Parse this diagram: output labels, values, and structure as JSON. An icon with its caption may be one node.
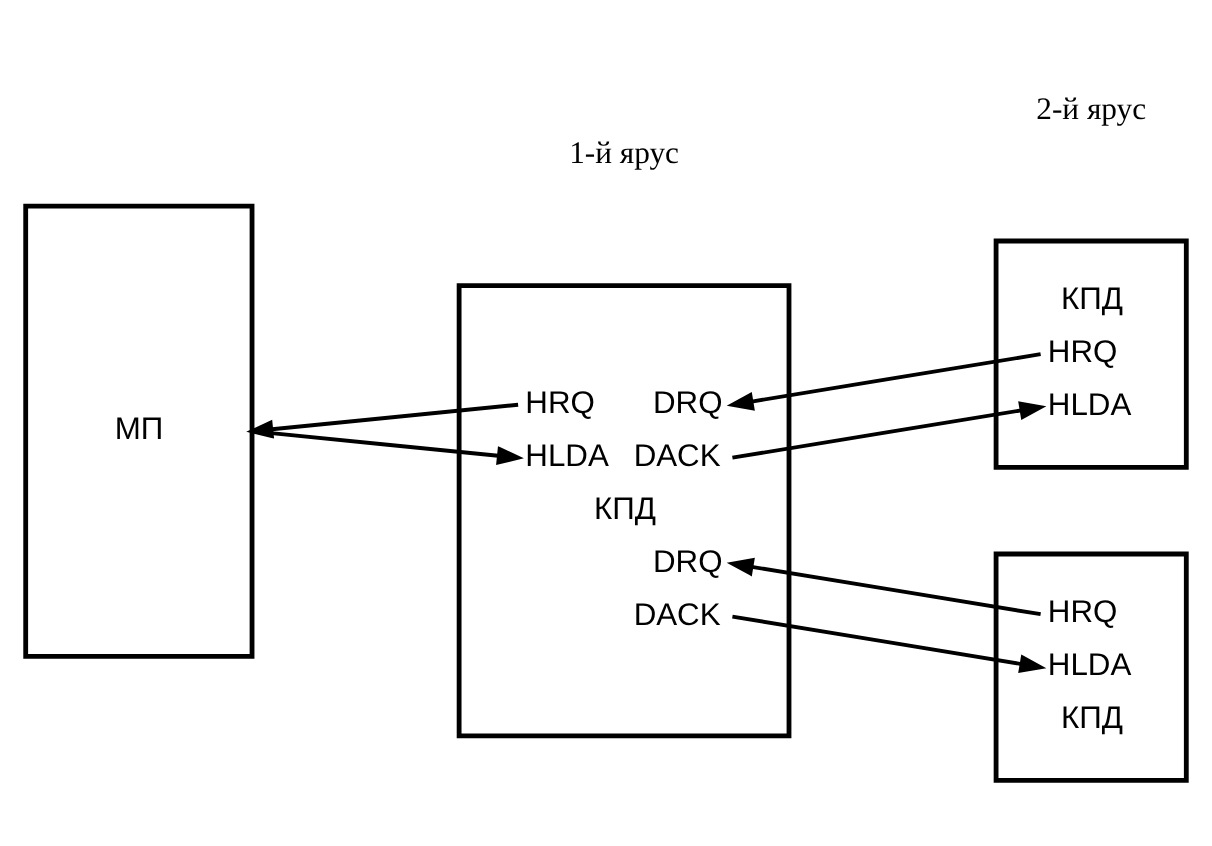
{
  "diagram": {
    "nodes": [
      {
        "text": [
          "МП"
        ]
      },
      {
        "text": [
          "HRQ",
          "DRQ",
          "HLDA",
          "DACK",
          "КПД",
          "DRQ",
          "DACK"
        ]
      },
      {
        "text": [
          "КПД",
          "HRQ",
          "HLDA"
        ]
      },
      {
        "text": [
          "HRQ",
          "HLDA",
          "КПД"
        ]
      }
    ],
    "edges": [
      {
        "from": 1,
        "to": 0,
        "arrow": "to"
      },
      {
        "from": 0,
        "to": 1,
        "arrow": "to"
      },
      {
        "from": 2,
        "to": 1,
        "arrow": "to"
      },
      {
        "from": 1,
        "to": 2,
        "arrow": "to"
      },
      {
        "from": 3,
        "to": 1,
        "arrow": "to"
      },
      {
        "from": 1,
        "to": 3,
        "arrow": "to"
      }
    ],
    "labels": [
      "1-й ярус",
      "2-й ярус"
    ]
  }
}
